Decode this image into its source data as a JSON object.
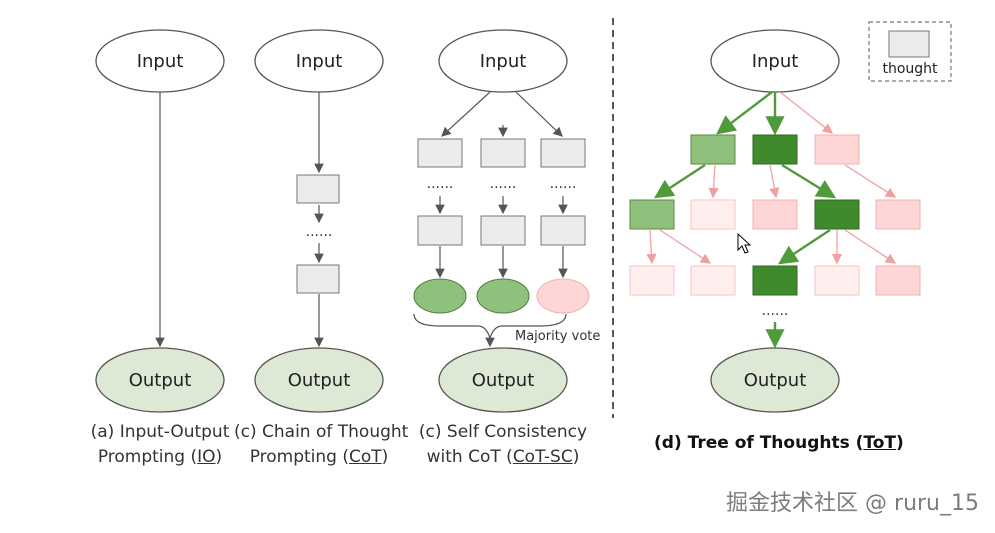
{
  "nodes": {
    "input": "Input",
    "output": "Output"
  },
  "legend": {
    "label": "thought"
  },
  "majority_vote": "Majority vote",
  "ellipsis": "......",
  "captions": {
    "io": {
      "line1": "(a) Input-Output",
      "line2_prefix": "Prompting (",
      "line2_abbr": "IO",
      "line2_suffix": ")"
    },
    "cot": {
      "line1": "(c) Chain of Thought",
      "line2_prefix": "Prompting (",
      "line2_abbr": "CoT",
      "line2_suffix": ")"
    },
    "cotsc": {
      "line1": "(c) Self Consistency",
      "line2_prefix": "with CoT (",
      "line2_abbr": "CoT-SC",
      "line2_suffix": ")"
    },
    "tot": {
      "prefix": "(d) Tree of Thoughts (",
      "abbr": "ToT",
      "suffix": ")"
    }
  },
  "watermark": "掘金技术社区 @ ruru_15",
  "colors": {
    "ellipse_fill": "#ffffff",
    "output_fill": "#dde8d5",
    "thought_fill": "#ececec",
    "green_light": "#8fc17d",
    "green_dark": "#3f8a2c",
    "pink": "#ffd6d6",
    "pink_light": "#ffeeee",
    "line": "#555555",
    "green_line": "#4f9a3a",
    "pink_line": "#f0a0a0"
  }
}
